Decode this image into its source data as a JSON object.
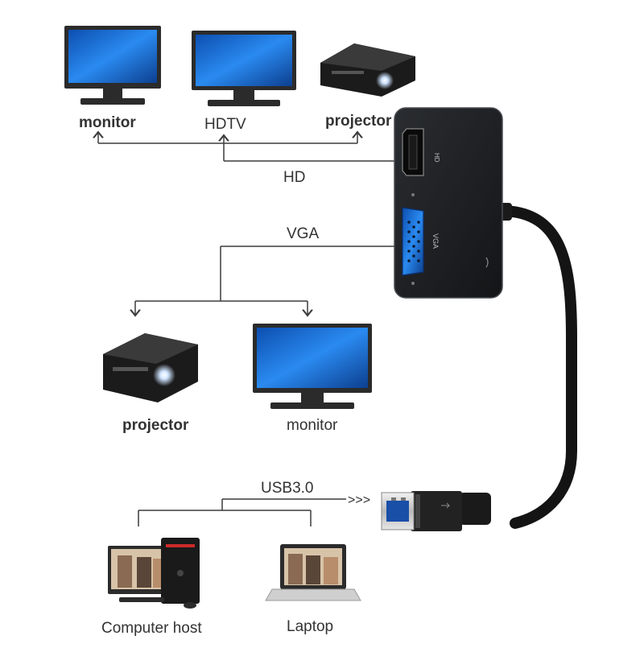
{
  "labels": {
    "top_monitor": "monitor",
    "hdtv": "HDTV",
    "top_projector": "projector",
    "hd_line": "HD",
    "vga_line": "VGA",
    "mid_projector": "projector",
    "mid_monitor": "monitor",
    "usb_line": "USB3.0",
    "usb_arrows": ">>>",
    "computer_host": "Computer host",
    "laptop": "Laptop"
  },
  "adapter": {
    "hdmi_port_label": "HD",
    "vga_port_label": "VGA"
  },
  "colors": {
    "adapter_body": "#1d1f22",
    "vga_port": "#1f5fbf",
    "screen": "#1e6fd6",
    "line": "#3b3b3b"
  }
}
